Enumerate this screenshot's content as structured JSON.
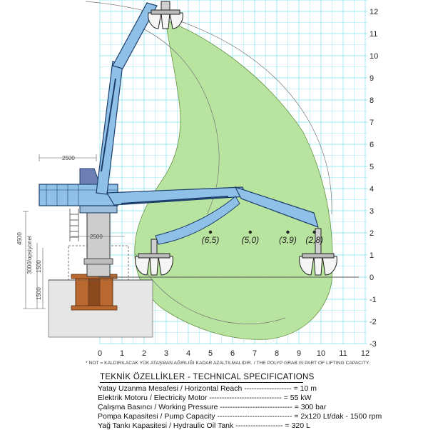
{
  "axes": {
    "x_ticks": [
      "0",
      "1",
      "2",
      "3",
      "4",
      "5",
      "6",
      "7",
      "8",
      "9",
      "10",
      "11",
      "12"
    ],
    "y_ticks": [
      "12",
      "11",
      "10",
      "9",
      "8",
      "7",
      "6",
      "5",
      "4",
      "3",
      "2",
      "1",
      "0",
      "-1",
      "-2",
      "-3"
    ]
  },
  "load_points": [
    {
      "label": "(6,5)",
      "x": 5,
      "y": 2
    },
    {
      "label": "(5,0)",
      "x": 6.8,
      "y": 2
    },
    {
      "label": "(3,9)",
      "x": 8.5,
      "y": 2
    },
    {
      "label": "(2,8)",
      "x": 9.7,
      "y": 2
    }
  ],
  "dimensions": {
    "width_2500_top": "2500",
    "width_2500_base": "2500",
    "height_4500": "4500",
    "height_3000_optional": "3000/opsiyonel",
    "height_1500_a": "1500",
    "height_1500_b": "1500"
  },
  "note": "* NOT = KALDIRILACAK YÜK ATAŞMAN AĞIRLIĞI KADAR AZALTILMALIDIR. / THE POLYP GRAB IS PART OF LIFTING CAPACITY.",
  "specs": {
    "title": "TEKNİK ÖZELLİKLER - TECHNICAL SPECIFICATIONS",
    "rows": [
      {
        "label": "Yatay Uzanma Mesafesi / Horizontal Reach",
        "dashes": " ------------------- = ",
        "value": "10 m"
      },
      {
        "label": "Elektrik Motoru / Electricity Motor",
        "dashes": " ----------------------------- = ",
        "value": "55 kW"
      },
      {
        "label": "Çalışma Basıncı / Working Pressure",
        "dashes": " ----------------------------- = ",
        "value": "300 bar"
      },
      {
        "label": "Pompa Kapasitesi / Pump Capacity",
        "dashes": " ------------------------------ = ",
        "value": "2x120 Lt/dak - 1500 rpm"
      },
      {
        "label": "Yağ Tankı Kapasitesi / Hydraulic Oil Tank",
        "dashes": " ------------------- = ",
        "value": "320 L"
      }
    ]
  },
  "colors": {
    "grid": "#7fe3ee",
    "envelope": "#b6e39a",
    "boom": "#8fc0e8",
    "boom_stroke": "#1d3f6b",
    "column": "#c9c9c9",
    "foundation": "#b9692f",
    "gravel": "#e6e6e6"
  }
}
